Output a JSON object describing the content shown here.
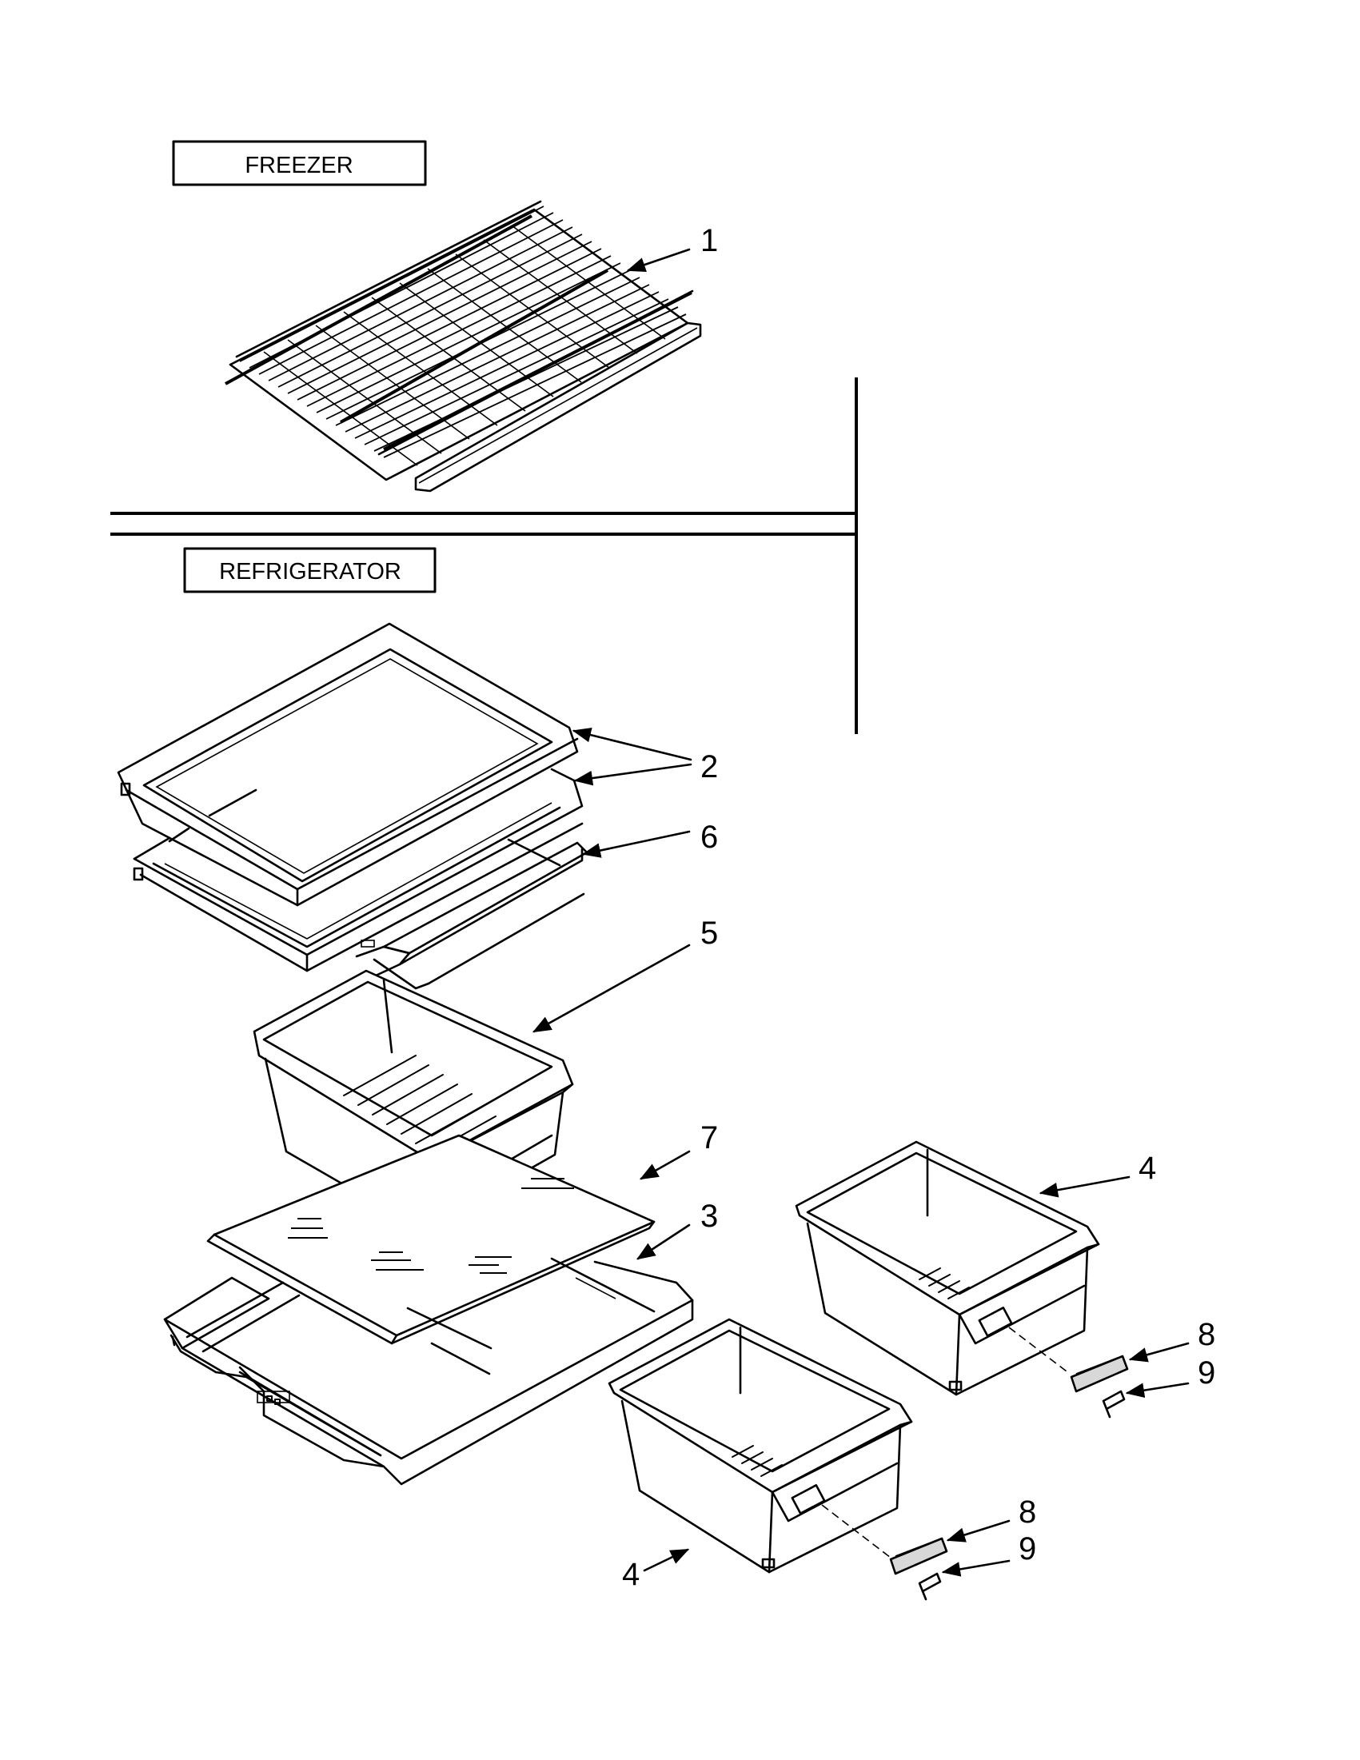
{
  "sections": {
    "freezer": "FREEZER",
    "refrigerator": "REFRIGERATOR"
  },
  "callouts": [
    {
      "id": "c1",
      "label": "1"
    },
    {
      "id": "c2",
      "label": "2"
    },
    {
      "id": "c6",
      "label": "6"
    },
    {
      "id": "c5",
      "label": "5"
    },
    {
      "id": "c7",
      "label": "7"
    },
    {
      "id": "c3",
      "label": "3"
    },
    {
      "id": "c4a",
      "label": "4"
    },
    {
      "id": "c8a",
      "label": "8"
    },
    {
      "id": "c9a",
      "label": "9"
    },
    {
      "id": "c8b",
      "label": "8"
    },
    {
      "id": "c9b",
      "label": "9"
    },
    {
      "id": "c4b",
      "label": "4"
    }
  ]
}
